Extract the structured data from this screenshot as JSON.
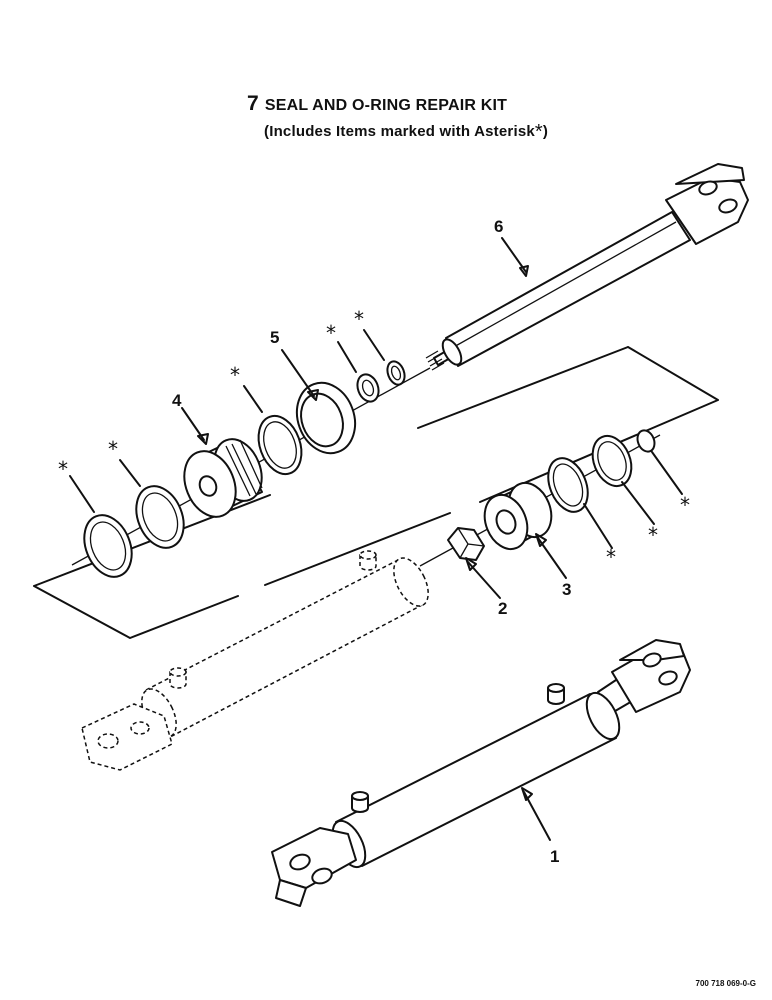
{
  "title": {
    "kit_number": "7",
    "kit_name": "SEAL AND O-RING REPAIR KIT",
    "subtitle": "(Includes Items marked with Asterisk",
    "asterisk": "*",
    "close_paren": ")"
  },
  "callouts": [
    "1",
    "2",
    "3",
    "4",
    "5",
    "6"
  ],
  "asterisk_mark": "*",
  "figure_id": "700 718 069-0-G"
}
